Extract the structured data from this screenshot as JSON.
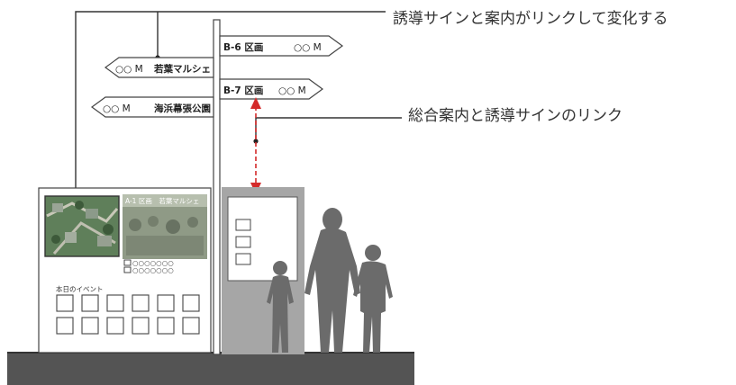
{
  "annotations": {
    "top": "誘導サインと案内がリンクして変化する",
    "middle": "総合案内と誘導サインのリンク"
  },
  "directional_signs": {
    "right_1": {
      "area": "B-6 区画",
      "distance": "○○ M"
    },
    "right_2": {
      "area": "B-7 区画",
      "distance": "○○ M"
    },
    "left_1": {
      "distance": "○○ M",
      "destination": "若葉マルシェ"
    },
    "left_2": {
      "distance": "○○ M",
      "destination": "海浜幕張公園"
    }
  },
  "board": {
    "photo_caption": "A-1 区画　若葉マルシェ",
    "info_rows": [
      "○○○○○○○",
      "○○○○○○○"
    ],
    "events_label": "本日のイベント"
  },
  "colors": {
    "ground": "#545454",
    "link_arrow": "#d42a2a",
    "silhouette": "#6b6b6b",
    "kiosk_panel": "#a6a6a6"
  }
}
